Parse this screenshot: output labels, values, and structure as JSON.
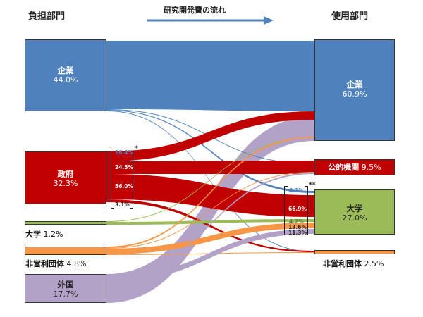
{
  "header": {
    "left_title": "負担部門",
    "right_title": "使用部門",
    "flow_title": "研究開発費の流れ"
  },
  "sources": {
    "company": {
      "name": "企業",
      "value": "44.0%"
    },
    "government": {
      "name": "政府",
      "value": "32.3%"
    },
    "university": {
      "name": "大学",
      "value": "1.2%"
    },
    "nonprofit": {
      "name": "非営利団体",
      "value": "4.8%"
    },
    "foreign": {
      "name": "外国",
      "value": "17.7%"
    }
  },
  "targets": {
    "company": {
      "name": "企業",
      "value": "60.9%"
    },
    "public": {
      "name": "公的機関",
      "value": "9.5%"
    },
    "university": {
      "name": "大学",
      "value": "27.0%"
    },
    "nonprofit": {
      "name": "非営利団体",
      "value": "2.5%"
    }
  },
  "government_split": {
    "mark": "*",
    "labels": [
      "16.4%",
      "24.5%",
      "56.0%",
      "3.1%"
    ]
  },
  "university_inflow": {
    "mark": "**",
    "labels": [
      "4.1%",
      "66.9%",
      "4.2%",
      "13.6%",
      "11.3%"
    ]
  },
  "colors": {
    "company": "#4f81bd",
    "government": "#c00000",
    "university": "#9bbb59",
    "nonprofit": "#f79646",
    "foreign": "#b3a2c7",
    "arrow": "#4f81bd"
  }
}
